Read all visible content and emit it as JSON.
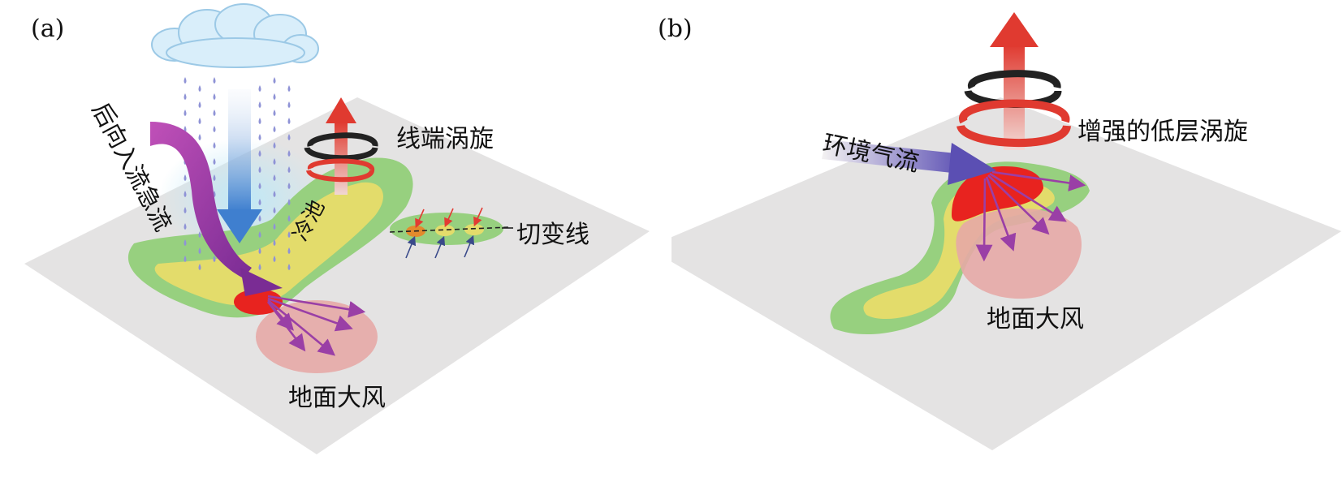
{
  "panel_a": {
    "tag": "(a)",
    "labels": {
      "rear_inflow_jet": "后向入流急流",
      "cold_pool": "冷池",
      "line_end_vortex": "线端涡旋",
      "shear_line": "切变线",
      "surface_gale": "地面大风"
    }
  },
  "panel_b": {
    "tag": "(b)",
    "labels": {
      "environmental_flow": "环境气流",
      "enhanced_low_level_vortex": "增强的低层涡旋",
      "surface_gale": "地面大风"
    }
  },
  "colors": {
    "ground": "#e4e3e3",
    "green_zone": "#97d07f",
    "yellow_zone": "#e3dc6b",
    "red_core": "#e8231f",
    "gale_pink": "#e6a9a6",
    "purple_arrow": "#9a3fa6",
    "updraft_red": "#e03a30",
    "rain_drop": "#8f93d6",
    "cold_air_blue": "#9ad6ee"
  }
}
